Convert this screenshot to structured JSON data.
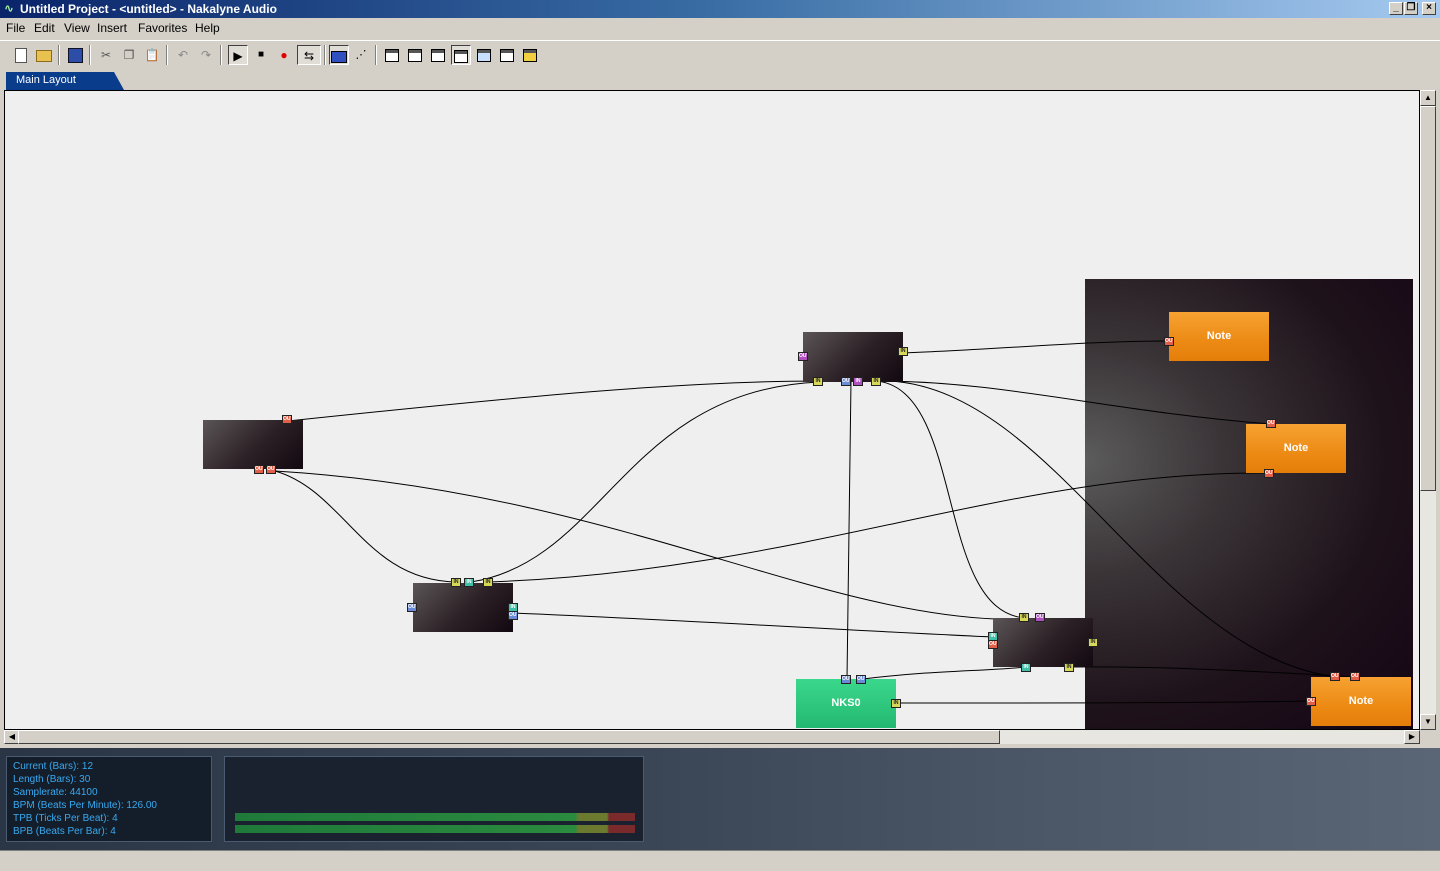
{
  "window": {
    "title": "Untitled Project - <untitled> - Nakalyne Audio"
  },
  "menu": [
    "File",
    "Edit",
    "View",
    "Insert",
    "Favorites",
    "Help"
  ],
  "tabs": [
    {
      "label": "Main Layout"
    }
  ],
  "nodes": {
    "note_1": "Note",
    "note_2": "Note",
    "note_3": "Note",
    "nks": "NKS0"
  },
  "ports": {
    "out": "OUT",
    "in": "IN"
  },
  "info": {
    "current": "Current (Bars): 12",
    "length": "Length (Bars): 30",
    "samplerate": "Samplerate: 44100",
    "bpm": "BPM (Beats Per Minute): 126.00",
    "tpb": "TPB (Ticks Per Beat): 4",
    "bpb": "BPB (Beats Per Bar): 4"
  },
  "meters": {
    "left_level": 0.86,
    "right_level": 0.86
  },
  "icons": {
    "toolbar": [
      "new-icon",
      "open-icon",
      "save-icon",
      "cut-icon",
      "copy-icon",
      "paste-icon",
      "undo-icon",
      "redo-icon",
      "play-icon",
      "stop-icon",
      "record-icon",
      "loop-icon",
      "mixer-icon",
      "graph-icon",
      "view1-icon",
      "view2-icon",
      "view3-icon",
      "view4-icon",
      "view5-icon",
      "view6-icon",
      "view7-icon"
    ]
  },
  "colors": {
    "note": "#ec8a14",
    "nks": "#24b870",
    "tab_active": "#0a3c8c",
    "info_text": "#38a8f0"
  }
}
